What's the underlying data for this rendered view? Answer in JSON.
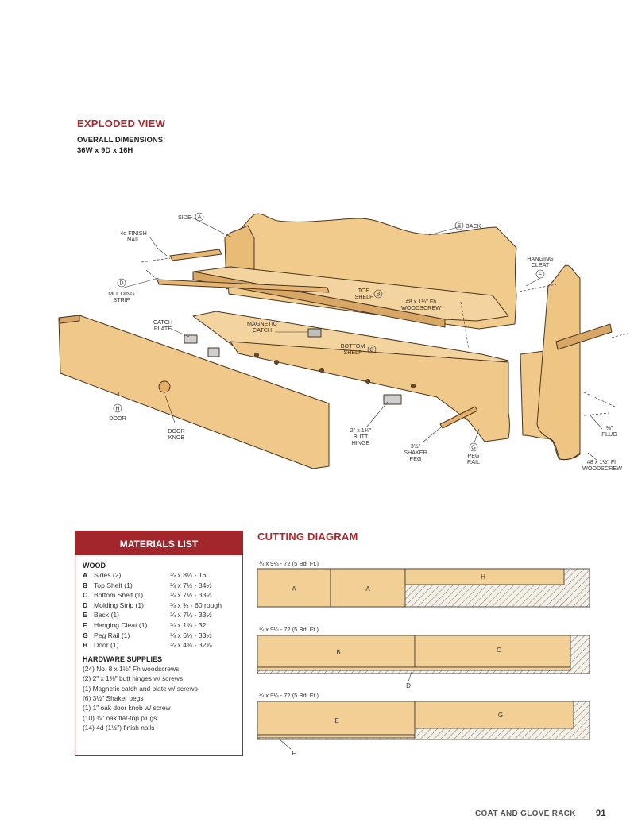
{
  "header": {
    "title": "EXPLODED VIEW",
    "dims_line1": "OVERALL DIMENSIONS:",
    "dims_line2": "36W x 9D x 16H"
  },
  "exploded": {
    "labels": {
      "side": "SIDE",
      "side_key": "A",
      "finish_nail_1": "4d FINISH",
      "finish_nail_2": "NAIL",
      "molding_key": "D",
      "molding_1": "MOLDING",
      "molding_2": "STRIP",
      "catch_plate_1": "CATCH",
      "catch_plate_2": "PLATE",
      "magnetic_1": "MAGNETIC",
      "magnetic_2": "CATCH",
      "back": "BACK",
      "back_key": "E",
      "top_shelf_1": "TOP",
      "top_shelf_2": "SHELF",
      "top_shelf_key": "B",
      "screw_1": "#8 x 1½\" Fh",
      "screw_2": "WOODSCREW",
      "bottom_1": "BOTTOM",
      "bottom_2": "SHELF",
      "bottom_key": "C",
      "hanging_1": "HANGING",
      "hanging_2": "CLEAT",
      "hanging_key": "F",
      "door": "DOOR",
      "door_key": "H",
      "knob_1": "DOOR",
      "knob_2": "KNOB",
      "hinge_1": "2\" x 1⅜\"",
      "hinge_2": "BUTT",
      "hinge_3": "HINGE",
      "peg_1": "3½\"",
      "peg_2": "SHAKER",
      "peg_3": "PEG",
      "pegrail_key": "G",
      "pegrail_1": "PEG",
      "pegrail_2": "RAIL",
      "plug_1": "⅜\"",
      "plug_2": "PLUG",
      "screw2_1": "#8 x 1½\" Fh",
      "screw2_2": "WOODSCREW"
    }
  },
  "materials": {
    "title": "MATERIALS LIST",
    "wood_heading": "WOOD",
    "wood": [
      {
        "key": "A",
        "name": "Sides (2)",
        "dims": "¾ x 8¼ - 16"
      },
      {
        "key": "B",
        "name": "Top Shelf (1)",
        "dims": "¾ x 7½ - 34½"
      },
      {
        "key": "C",
        "name": "Bottom Shelf (1)",
        "dims": "¾ x 7½ - 33½"
      },
      {
        "key": "D",
        "name": "Molding Strip (1)",
        "dims": "¾ x ¾ - 60 rough"
      },
      {
        "key": "E",
        "name": "Back (1)",
        "dims": "¾ x 7¼ - 33½"
      },
      {
        "key": "F",
        "name": "Hanging Cleat (1)",
        "dims": "¾ x 1⅞ - 32"
      },
      {
        "key": "G",
        "name": "Peg Rail (1)",
        "dims": "¾ x 6¼ - 33½"
      },
      {
        "key": "H",
        "name": "Door (1)",
        "dims": "¾ x 4⅜ - 32⅞"
      }
    ],
    "hardware_heading": "HARDWARE SUPPLIES",
    "hardware": [
      "(24) No. 8 x 1½\" Fh woodscrews",
      "(2) 2\" x 1⅜\" butt hinges w/ screws",
      "(1) Magnetic catch and plate w/ screws",
      "(6) 3½\" Shaker pegs",
      "(1) 1\" oak door knob w/ screw",
      "(10) ⅜\" oak flat-top plugs",
      "(14) 4d (1½\") finish nails"
    ]
  },
  "cutting": {
    "title": "CUTTING DIAGRAM",
    "boards": [
      {
        "label": "¾ x 9¼ - 72 (5 Bd. Ft.)",
        "parts": [
          "A",
          "A",
          "H"
        ]
      },
      {
        "label": "¾ x 9¼ - 72 (5 Bd. Ft.)",
        "parts": [
          "B",
          "C",
          "D"
        ]
      },
      {
        "label": "¾ x 9¼ - 72 (5 Bd. Ft.)",
        "parts": [
          "E",
          "G",
          "F"
        ]
      }
    ]
  },
  "footer": {
    "section": "COAT AND GLOVE RACK",
    "page": "91"
  }
}
